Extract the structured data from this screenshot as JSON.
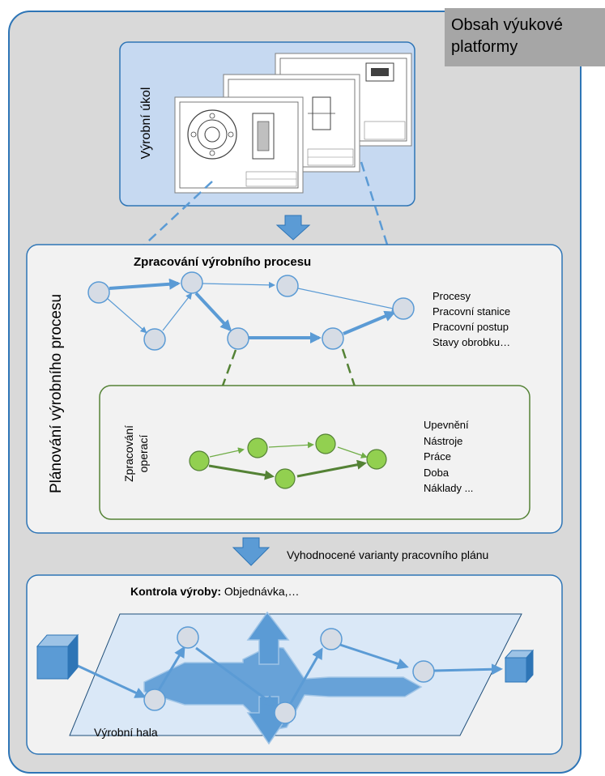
{
  "corner_label": [
    "Obsah výukové",
    "platformy"
  ],
  "task": {
    "label": "Výrobní úkol"
  },
  "planning": {
    "vertical_label": "Plánování výrobního procesu",
    "process_title": "Zpracování výrobního procesu",
    "process_items": [
      "Procesy",
      "Pracovní stanice",
      "Pracovní postup",
      "Stavy obrobku…"
    ],
    "ops_label": [
      "Zpracování",
      "operací"
    ],
    "ops_items": [
      "Upevnění",
      "Nástroje",
      "Práce",
      "Doba",
      "Náklady ..."
    ]
  },
  "variants_label": "Vyhodnocené varianty pracovního plánu",
  "control": {
    "title_bold": "Kontrola výroby:",
    "title_rest": " Objednávka,…",
    "hall_label": "Výrobní hala"
  },
  "colors": {
    "outer_bg": "#d9d9d9",
    "panel_bg": "#f2f2f2",
    "task_bg": "#c6d9f1",
    "blue": "#5b9bd5",
    "blue_dark": "#2e75b6",
    "green": "#548235",
    "green_node": "#92d050",
    "node": "#d6dce5",
    "gray_label": "#a6a6a6"
  }
}
